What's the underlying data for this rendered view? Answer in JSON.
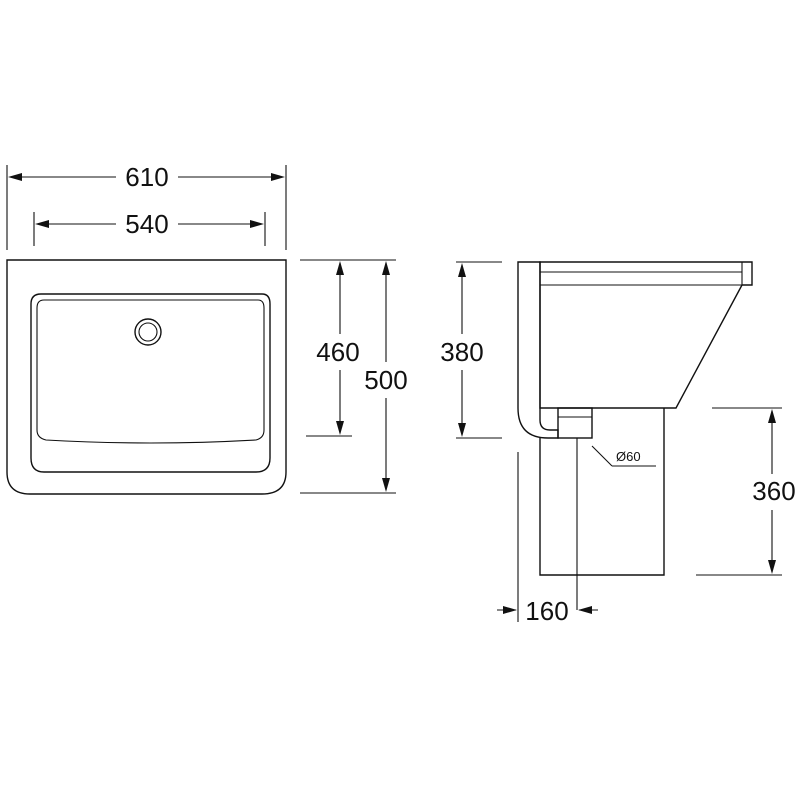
{
  "front_view": {
    "overall_width": "610",
    "inner_width": "540",
    "inner_depth": "460",
    "overall_depth": "500"
  },
  "side_view": {
    "bowl_height": "380",
    "pedestal_height": "360",
    "trap_offset": "160",
    "waste_diameter": "Ø60"
  }
}
